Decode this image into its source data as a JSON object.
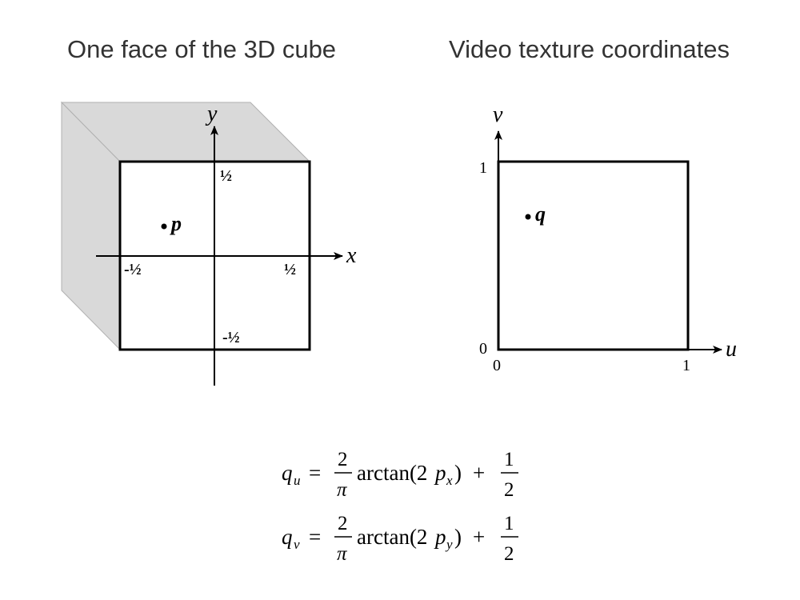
{
  "titles": {
    "left": "One face of the 3D cube",
    "right": "Video texture coordinates"
  },
  "cube": {
    "axis_x": "x",
    "axis_y": "y",
    "tick_top": "½",
    "tick_bottom": "-½",
    "tick_left": "-½",
    "tick_right": "½",
    "point": "p"
  },
  "texture": {
    "axis_u": "u",
    "axis_v": "v",
    "v_one": "1",
    "v_zero": "0",
    "u_zero": "0",
    "u_one": "1",
    "point": "q"
  },
  "formulas": {
    "qu_lhs": "q",
    "qu_sub": "u",
    "qv_lhs": "q",
    "qv_sub": "v",
    "equals": "=",
    "numerator": "2",
    "denominator": "π",
    "func_open": "arctan(2",
    "p": "p",
    "px_sub": "x",
    "py_sub": "y",
    "func_close": ")",
    "plus": "+",
    "half_num": "1",
    "half_den": "2"
  }
}
